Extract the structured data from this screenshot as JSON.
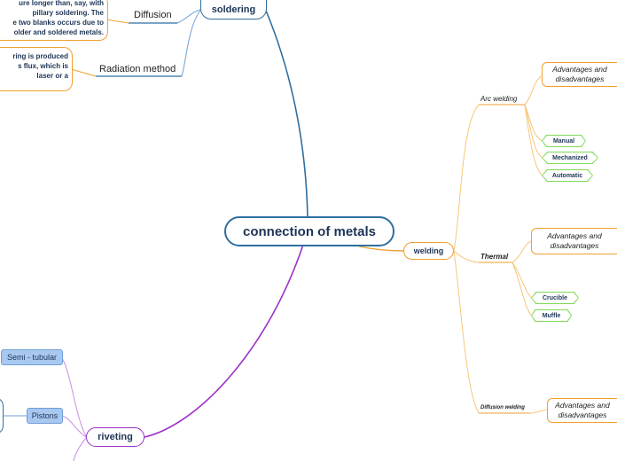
{
  "central": {
    "label": "connection of metals"
  },
  "soldering": {
    "label": "soldering",
    "children": [
      {
        "label": "Diffusion",
        "text_lines": [
          "ure longer than, say, with",
          "pillary soldering. The",
          "e two blanks occurs due to",
          "older and soldered metals."
        ]
      },
      {
        "label": "Radiation method",
        "text_lines": [
          "ring is produced",
          "s flux, which is",
          "laser or a"
        ]
      }
    ]
  },
  "welding": {
    "label": "welding",
    "children": [
      {
        "label": "Arc welding",
        "note": "Advantages and disadvantages",
        "items": [
          "Manual",
          "Mechanized",
          "Automatic"
        ]
      },
      {
        "label": "Thermal",
        "note": "Advantages and disadvantages",
        "items": [
          "Crucible",
          "Muffle"
        ]
      },
      {
        "label": "Diffusion welding",
        "note": "Advantages and disadvantages",
        "items": []
      }
    ]
  },
  "riveting": {
    "label": "riveting",
    "children": [
      {
        "label": "Semi - tubular"
      },
      {
        "label": "Pistons"
      }
    ]
  },
  "colors": {
    "blue": "#2f6e9e",
    "orange": "#f0a030",
    "purple": "#9b30c8",
    "green": "#7ed957"
  }
}
